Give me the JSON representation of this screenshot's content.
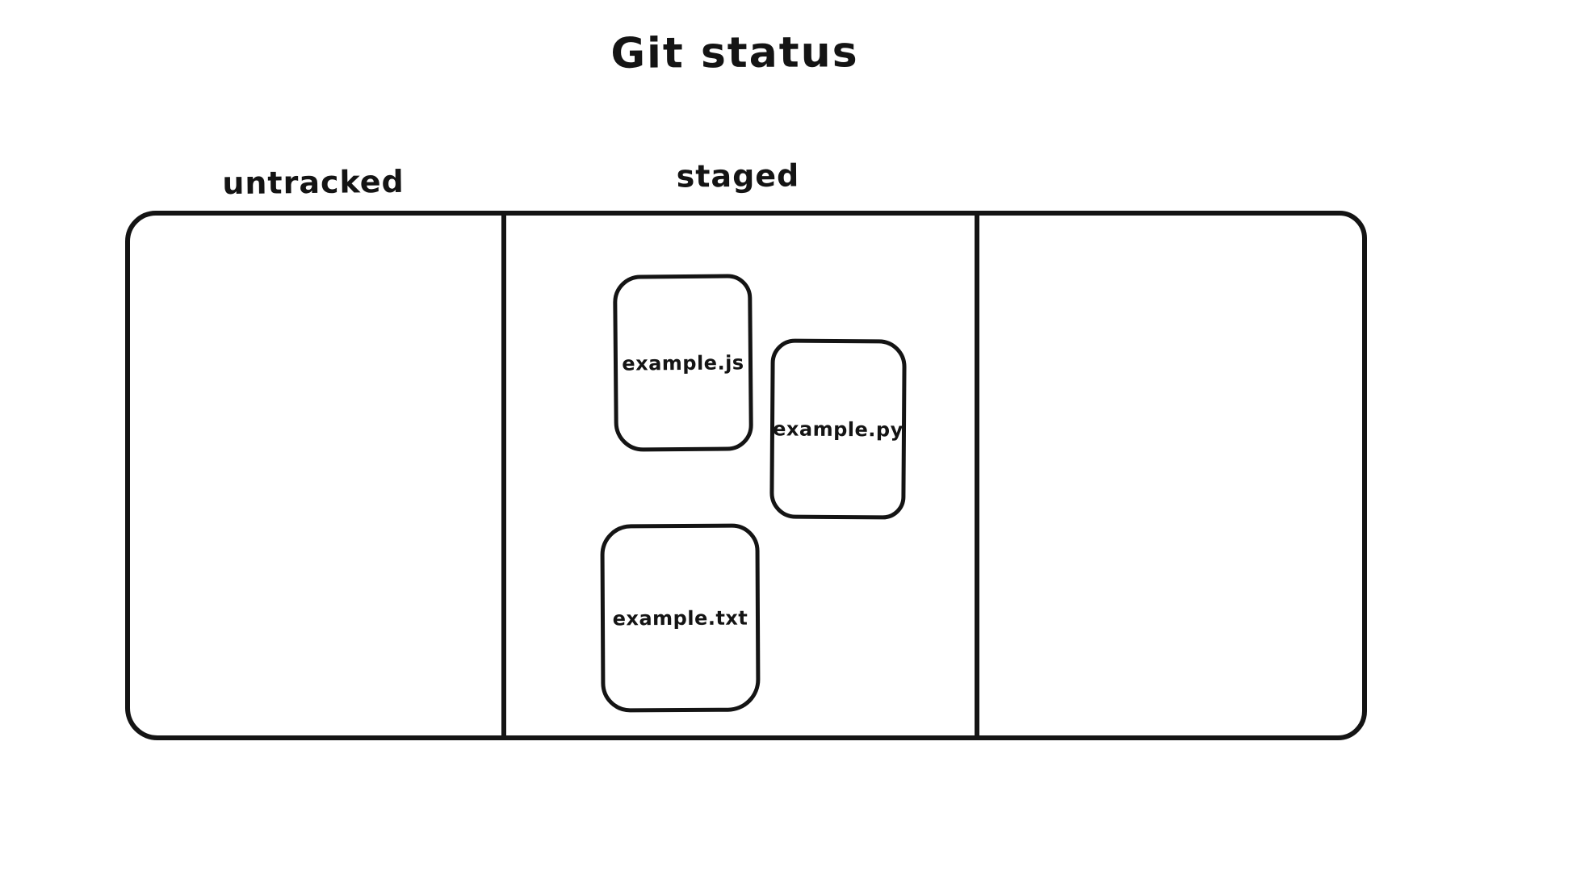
{
  "title": "Git status",
  "diagram": {
    "columns": [
      {
        "label": "untracked",
        "files": []
      },
      {
        "label": "staged",
        "files": [
          "example.js",
          "example.py",
          "example.txt"
        ]
      },
      {
        "label": "",
        "files": []
      }
    ]
  },
  "colors": {
    "stroke": "#141414",
    "background": "#ffffff"
  }
}
